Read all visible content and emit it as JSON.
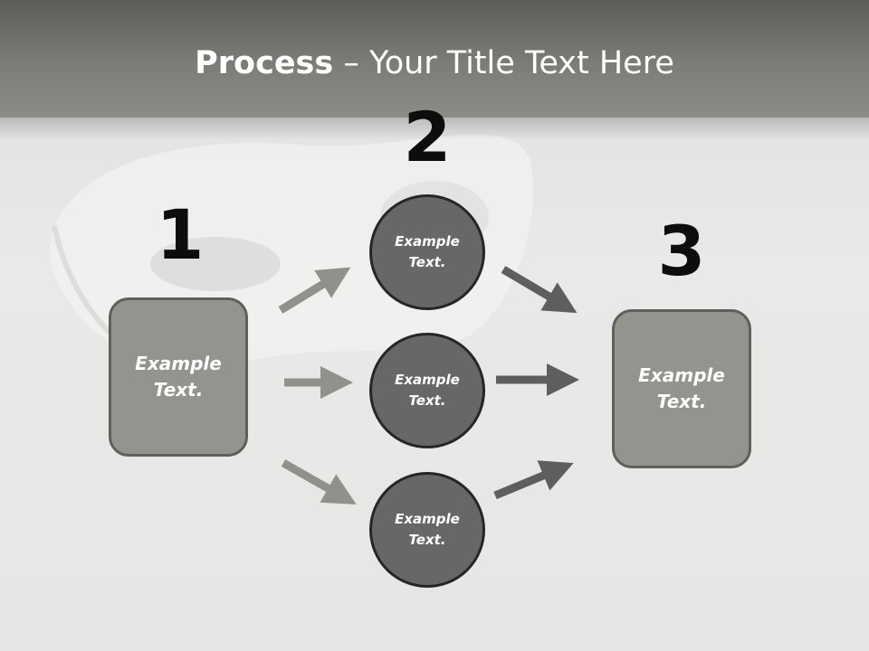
{
  "title": {
    "bold": "Process",
    "rest": " – Your Title Text Here"
  },
  "steps": [
    {
      "number": "1"
    },
    {
      "number": "2"
    },
    {
      "number": "3"
    }
  ],
  "boxes": {
    "left": "Example\nText.",
    "right": "Example\nText."
  },
  "circles": [
    "Example\nText.",
    "Example\nText.",
    "Example\nText."
  ],
  "colors": {
    "title_band": "#7b7d77",
    "box_fill": "#92948d",
    "circle_fill": "#676767",
    "arrow_light": "#8f918b",
    "arrow_dark": "#5e5e5e"
  }
}
